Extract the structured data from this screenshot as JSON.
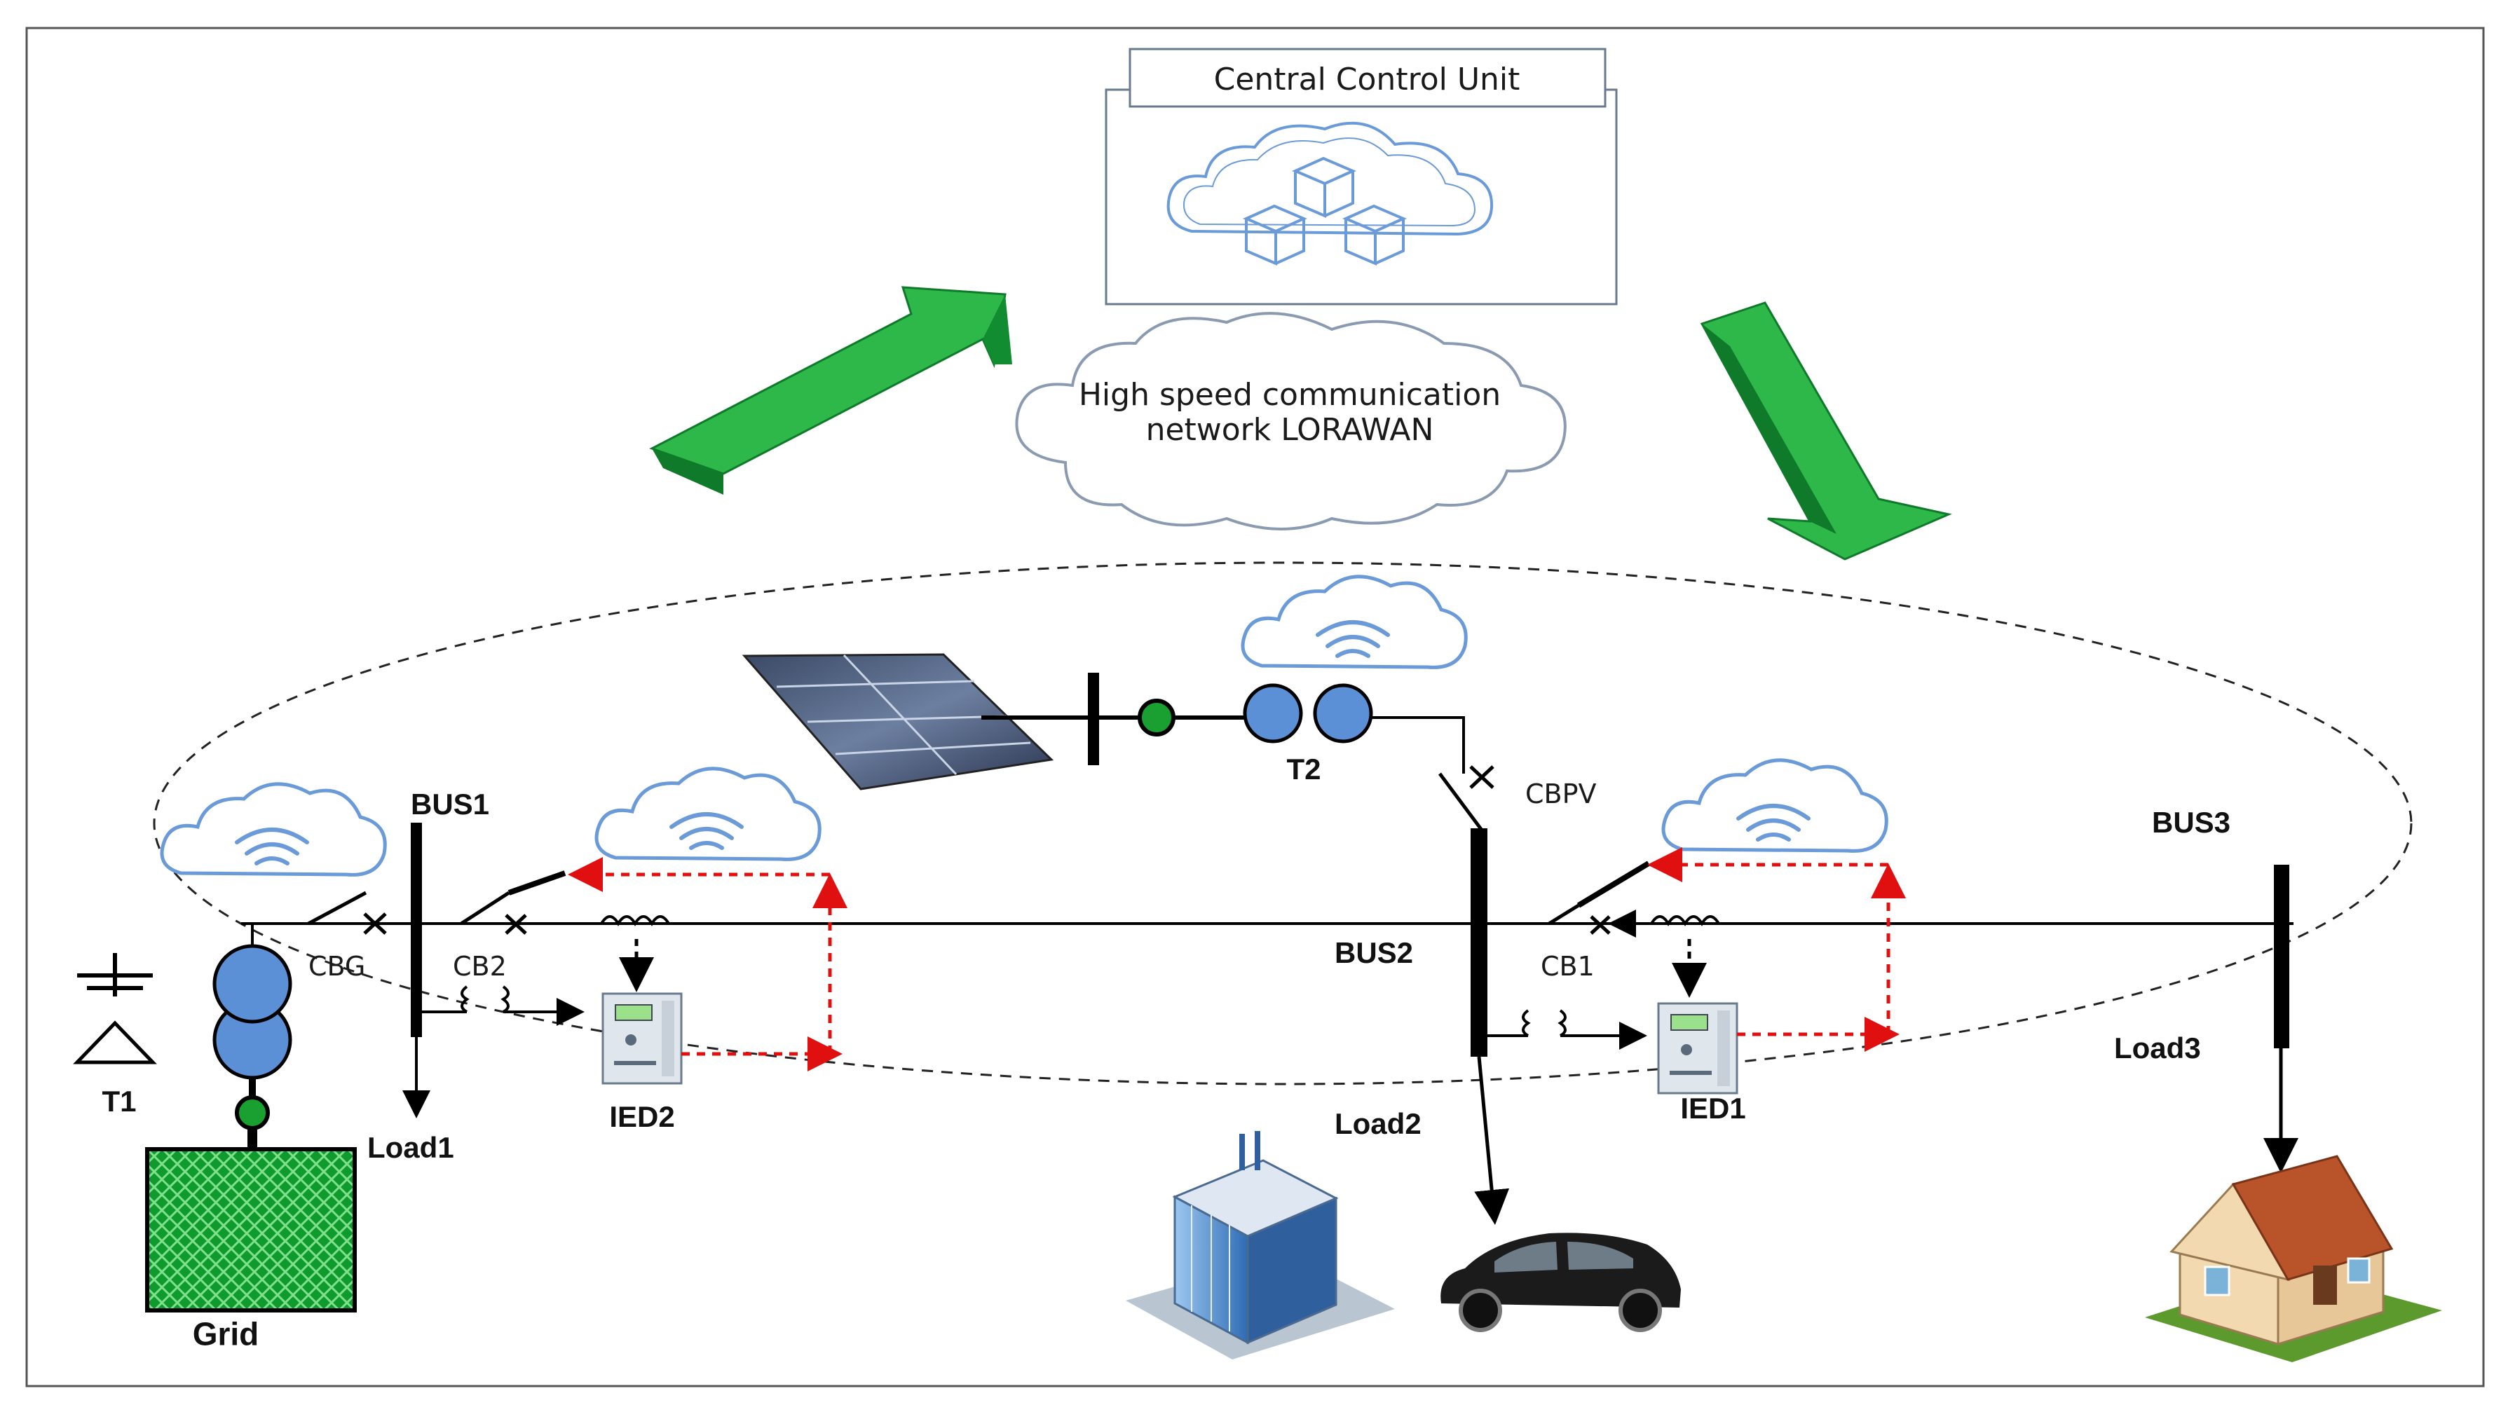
{
  "central_unit": {
    "title": "Central Control Unit"
  },
  "network": {
    "line1": "High speed communication",
    "line2": "network LORAWAN"
  },
  "labels": {
    "grid": "Grid",
    "t1": "T1",
    "t2": "T2",
    "bus1": "BUS1",
    "bus2": "BUS2",
    "bus3": "BUS3",
    "cbg": "CBG",
    "cb2": "CB2",
    "cb1": "CB1",
    "cbpv": "CBPV",
    "load1": "Load1",
    "load2": "Load2",
    "load3": "Load3",
    "ied1": "IED1",
    "ied2": "IED2"
  },
  "colors": {
    "arrow_green": "#2eb84a",
    "arrow_green_dark": "#0f7a2a",
    "transformer_blue": "#5b8fd6",
    "generator_green": "#19a030",
    "signal_red": "#e01010",
    "cloud_stroke": "#6a9ad8",
    "grid_green": "#0f9a2e"
  },
  "icons": [
    "cloud-server-icon",
    "wifi-cloud-icon",
    "solar-panel-icon",
    "transformer-icon",
    "generator-icon",
    "ied-relay-icon",
    "office-building-icon",
    "electric-car-icon",
    "house-icon",
    "ground-icon"
  ]
}
